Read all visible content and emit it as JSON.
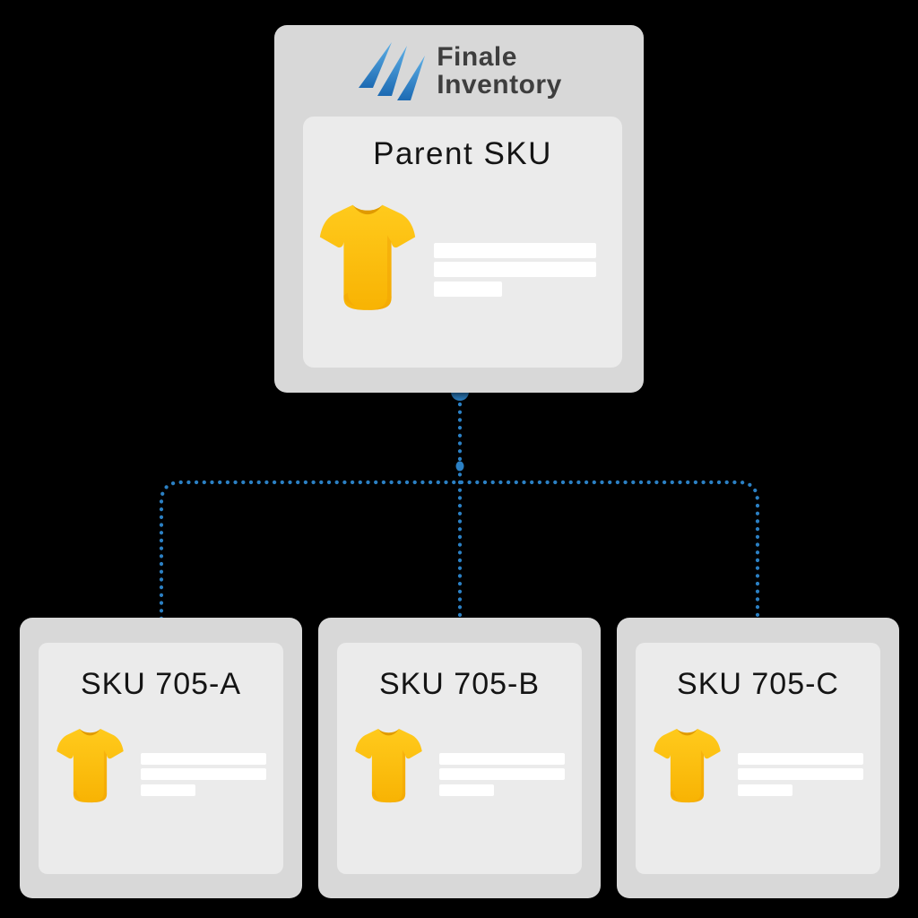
{
  "canvas": {
    "background": "#000000"
  },
  "logo": {
    "line1": "Finale",
    "line2": "Inventory",
    "mark_icon": "finale-triple-slash-icon",
    "mark_gradient_top": "#5fb0e6",
    "mark_gradient_bottom": "#1c6ab3",
    "text_color": "#3e3e3e"
  },
  "parent_card": {
    "title": "Parent SKU",
    "image": "yellow-tshirt-photo",
    "placeholder_bar_count": 3
  },
  "child_cards": [
    {
      "title": "SKU 705-A",
      "image": "yellow-tshirt-photo",
      "placeholder_bar_count": 3
    },
    {
      "title": "SKU 705-B",
      "image": "yellow-tshirt-photo",
      "placeholder_bar_count": 3
    },
    {
      "title": "SKU 705-C",
      "image": "yellow-tshirt-photo",
      "placeholder_bar_count": 3
    }
  ],
  "connector": {
    "style": "dotted",
    "color": "#2b80c4",
    "node_dot": "blue-circle-on-parent-bottom"
  },
  "palette": {
    "card_bg": "#d8d8d8",
    "inner_card_bg": "#ebebeb",
    "placeholder_bar": "#ffffff",
    "tshirt_yellow": "#ffc30b",
    "tshirt_shadow": "#e09a00",
    "title_text": "#141414"
  }
}
